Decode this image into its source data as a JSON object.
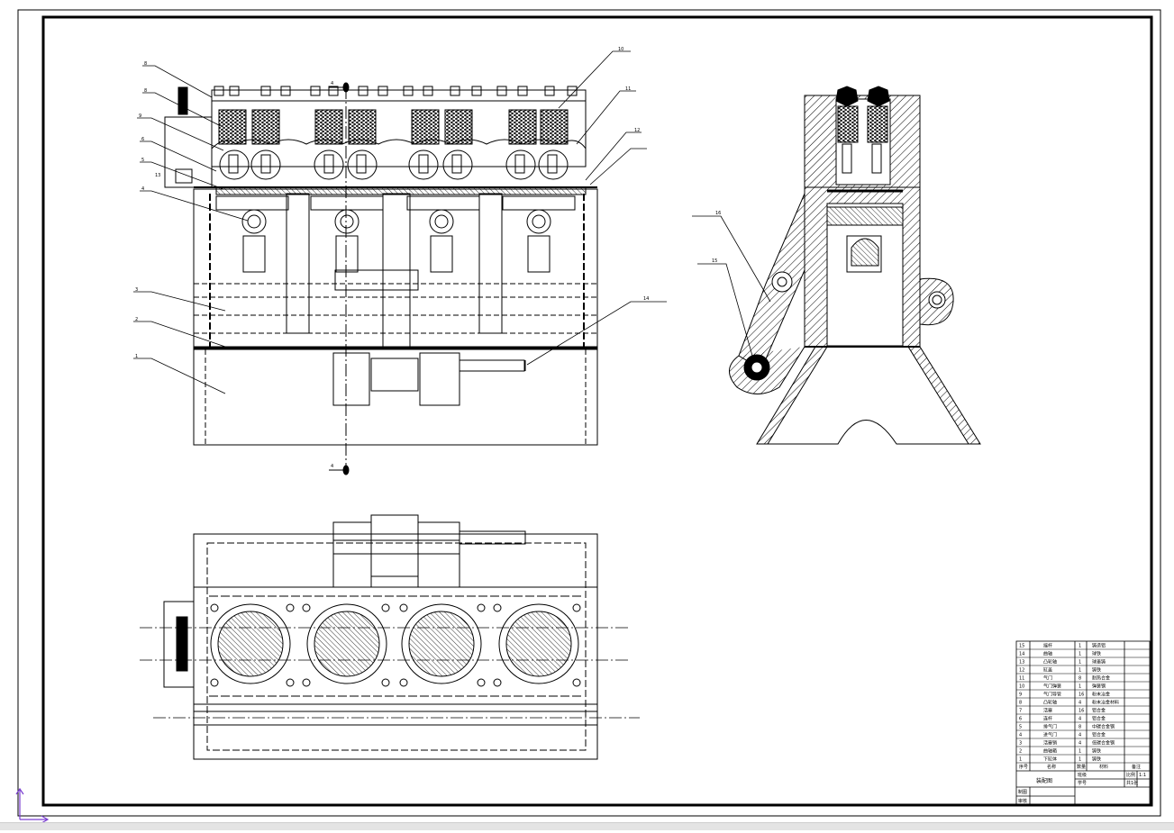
{
  "drawing": {
    "title_block": {
      "parts": [
        {
          "no": "15",
          "name": "摇杆",
          "qty": "1",
          "material": "铸造铝"
        },
        {
          "no": "14",
          "name": "曲轴",
          "qty": "1",
          "material": "球铁"
        },
        {
          "no": "13",
          "name": "凸轮轴",
          "qty": "1",
          "material": "球墨铸"
        },
        {
          "no": "12",
          "name": "缸盖",
          "qty": "1",
          "material": "铸铁"
        },
        {
          "no": "11",
          "name": "气门",
          "qty": "8",
          "material": "耐热合金"
        },
        {
          "no": "10",
          "name": "气门弹簧",
          "qty": "1",
          "material": "弹簧钢"
        },
        {
          "no": "9",
          "name": "气门导管",
          "qty": "16",
          "material": "粉末冶金"
        },
        {
          "no": "8",
          "name": "凸轮轴",
          "qty": "4",
          "material": "粉末冶金材料"
        },
        {
          "no": "7",
          "name": "活塞",
          "qty": "16",
          "material": "铝合金"
        },
        {
          "no": "6",
          "name": "连杆",
          "qty": "4",
          "material": "铝合金"
        },
        {
          "no": "5",
          "name": "排气门",
          "qty": "8",
          "material": "中碳合金钢"
        },
        {
          "no": "4",
          "name": "进气门",
          "qty": "4",
          "material": "铝合金"
        },
        {
          "no": "3",
          "name": "活塞销",
          "qty": "4",
          "material": "低碳合金钢"
        },
        {
          "no": "2",
          "name": "曲轴箱",
          "qty": "1",
          "material": "铸铁"
        },
        {
          "no": "1",
          "name": "下缸体",
          "qty": "1",
          "material": "铸铁"
        }
      ],
      "header": {
        "no": "序号",
        "name": "名称",
        "qty": "数量",
        "material": "材料",
        "remark": "备注"
      },
      "drawing_title": "装配图",
      "scale_label": "比例",
      "scale_value": "1:1",
      "sheet_label": "共1张",
      "draw_label": "制图",
      "check_label": "审核",
      "fields": [
        "班级",
        "学号"
      ]
    },
    "balloons_front": [
      "8",
      "8",
      "9",
      "6",
      "5",
      "4",
      "3",
      "2",
      "1",
      "4",
      "4",
      "13",
      "10",
      "11",
      "12",
      "14"
    ],
    "balloons_side": [
      "16",
      "15"
    ],
    "colors": {
      "line": "#000000",
      "axis": "#d6d6d6",
      "paper": "#ffffff"
    }
  }
}
